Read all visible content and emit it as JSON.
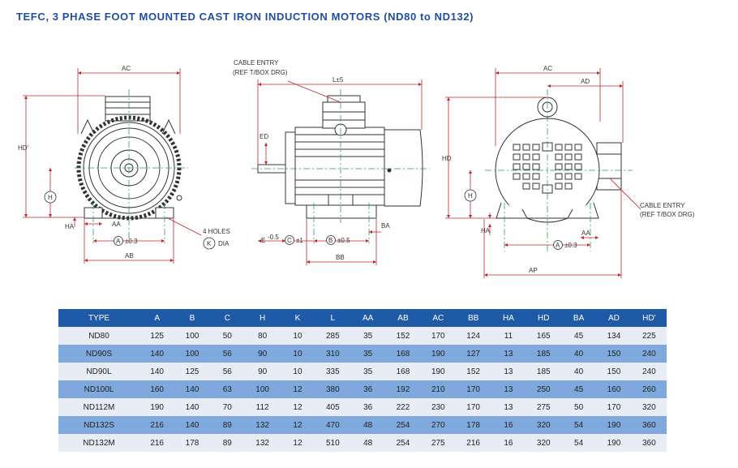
{
  "title": "TEFC, 3 PHASE FOOT MOUNTED CAST IRON INDUCTION MOTORS (ND80 to ND132)",
  "drawing": {
    "front": {
      "ac": "AC",
      "hd": "HD'",
      "h": "H",
      "ha": "HA",
      "aa": "AA",
      "a_tol": "±0.3",
      "a": "A",
      "ab": "AB",
      "holes": "4 HOLES",
      "k": "K",
      "dia": "DIA"
    },
    "side": {
      "cable_entry_1": "CABLE ENTRY",
      "cable_entry_2": "(REF T/BOX DRG)",
      "l": "L±5",
      "ed": "ED",
      "e": "E",
      "e_tol": "-0.5",
      "c": "C",
      "c_tol": "±1",
      "b": "B",
      "b_tol": "±0.5",
      "ba": "BA",
      "bb": "BB"
    },
    "rear": {
      "ac": "AC",
      "ad": "AD",
      "hd": "HD",
      "h": "H",
      "ha": "HA",
      "aa": "AA",
      "a": "A",
      "a_tol": "±0.3",
      "ap": "AP",
      "cable_entry_1": "CABLE ENTRY",
      "cable_entry_2": "(REF T/BOX DRG)"
    }
  },
  "table": {
    "headers": [
      "TYPE",
      "A",
      "B",
      "C",
      "H",
      "K",
      "L",
      "AA",
      "AB",
      "AC",
      "BB",
      "HA",
      "HD",
      "BA",
      "AD",
      "HD'"
    ],
    "rows": [
      [
        "ND80",
        "125",
        "100",
        "50",
        "80",
        "10",
        "285",
        "35",
        "152",
        "170",
        "124",
        "11",
        "165",
        "45",
        "134",
        "225"
      ],
      [
        "ND90S",
        "140",
        "100",
        "56",
        "90",
        "10",
        "310",
        "35",
        "168",
        "190",
        "127",
        "13",
        "185",
        "40",
        "150",
        "240"
      ],
      [
        "ND90L",
        "140",
        "125",
        "56",
        "90",
        "10",
        "335",
        "35",
        "168",
        "190",
        "152",
        "13",
        "185",
        "40",
        "150",
        "240"
      ],
      [
        "ND100L",
        "160",
        "140",
        "63",
        "100",
        "12",
        "380",
        "36",
        "192",
        "210",
        "170",
        "13",
        "250",
        "45",
        "160",
        "260"
      ],
      [
        "ND112M",
        "190",
        "140",
        "70",
        "112",
        "12",
        "405",
        "36",
        "222",
        "230",
        "170",
        "13",
        "275",
        "50",
        "170",
        "320"
      ],
      [
        "ND132S",
        "216",
        "140",
        "89",
        "132",
        "12",
        "470",
        "48",
        "254",
        "270",
        "178",
        "16",
        "320",
        "54",
        "190",
        "360"
      ],
      [
        "ND132M",
        "216",
        "178",
        "89",
        "132",
        "12",
        "510",
        "48",
        "254",
        "275",
        "216",
        "16",
        "320",
        "54",
        "190",
        "360"
      ]
    ]
  }
}
